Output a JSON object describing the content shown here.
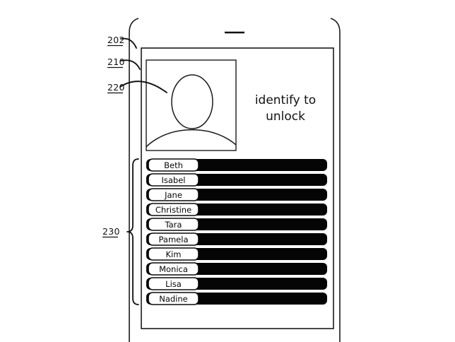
{
  "figure": {
    "title": "Identify to unlock — mobile device lock screen patent figure",
    "background_color": "#ffffff",
    "ink_color": "#111111",
    "bar_color": "#050505"
  },
  "reference_labels": [
    {
      "id": "202",
      "text": "202",
      "target": "device-body-outline"
    },
    {
      "id": "210",
      "text": "210",
      "target": "display-screen-border"
    },
    {
      "id": "220",
      "text": "220",
      "target": "avatar-preview-box"
    },
    {
      "id": "230",
      "text": "230",
      "target": "name-candidate-list"
    }
  ],
  "device": {
    "speaker_slot_name": "earpiece-speaker-slot"
  },
  "screen": {
    "avatar": {
      "label": "face-capture-preview",
      "head_shape": "ellipse",
      "body_shape": "shoulders-arc"
    },
    "prompt": {
      "line1": "identify to",
      "line2": "unlock"
    },
    "list": {
      "label": "candidate-name-list",
      "items": [
        {
          "name": "Beth"
        },
        {
          "name": "Isabel"
        },
        {
          "name": "Jane"
        },
        {
          "name": "Christine"
        },
        {
          "name": "Tara"
        },
        {
          "name": "Pamela"
        },
        {
          "name": "Kim"
        },
        {
          "name": "Monica"
        },
        {
          "name": "Lisa"
        },
        {
          "name": "Nadine"
        }
      ]
    }
  }
}
